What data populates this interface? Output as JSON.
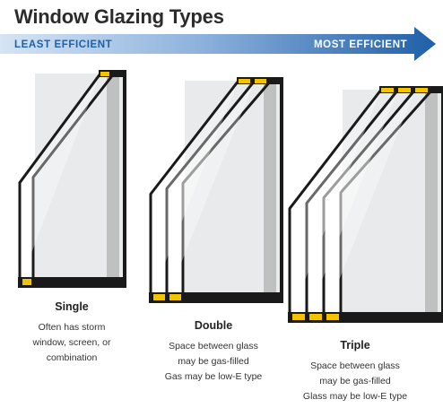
{
  "title": "Window Glazing Types",
  "arrow": {
    "left_label": "LEAST EFFICIENT",
    "right_label": "MOST EFFICIENT",
    "color_start": "#d6e4f4",
    "color_end": "#1f5fa8"
  },
  "colors": {
    "frame": "#1a1a1a",
    "spacer": "#9c9c9c",
    "seal": "#f2c400",
    "glass": "#e9eaeb"
  },
  "panels": [
    {
      "name": "Single",
      "desc_lines": [
        "Often has storm",
        "window, screen, or",
        "combination"
      ],
      "panes": 2
    },
    {
      "name": "Double",
      "desc_lines": [
        "Space between glass",
        "may be gas-filled",
        "Gas may be low-E type"
      ],
      "panes": 3
    },
    {
      "name": "Triple",
      "desc_lines": [
        "Space between glass",
        "may be gas-filled",
        "Glass may be low-E type"
      ],
      "panes": 4
    }
  ]
}
